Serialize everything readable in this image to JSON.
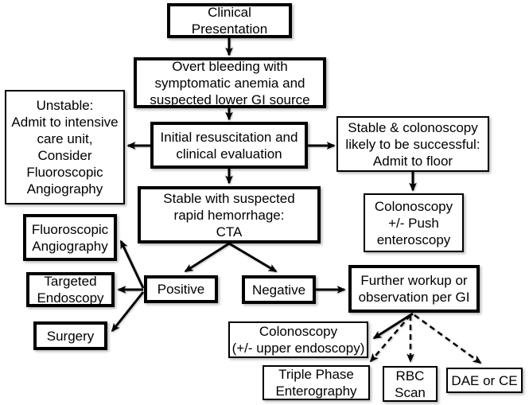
{
  "diagram": {
    "type": "flowchart",
    "background_color": "#ffffff",
    "line_color": "#000000",
    "box_fill": "#ffffff",
    "nodes": {
      "clinical_presentation": {
        "label": "Clinical\nPresentation"
      },
      "overt_bleeding": {
        "label": "Overt bleeding with\nsymptomatic anemia and\nsuspected lower GI source"
      },
      "unstable": {
        "label": "Unstable:\nAdmit to intensive\ncare unit,\nConsider\nFluoroscopic\nAngiography"
      },
      "initial_resuscitation": {
        "label": "Initial resuscitation and\nclinical evaluation"
      },
      "stable_colonoscopy": {
        "label": "Stable & colonoscopy\nlikely to be successful:\nAdmit to floor"
      },
      "cta": {
        "label": "Stable with suspected\nrapid hemorrhage:\nCTA"
      },
      "colonoscopy_push": {
        "label": "Colonoscopy\n+/- Push\nenteroscopy"
      },
      "fluoroscopic_angiography": {
        "label": "Fluoroscopic\nAngiography"
      },
      "targeted_endoscopy": {
        "label": "Targeted\nEndoscopy"
      },
      "surgery": {
        "label": "Surgery"
      },
      "positive": {
        "label": "Positive"
      },
      "negative": {
        "label": "Negative"
      },
      "further_workup": {
        "label": "Further workup or\nobservation per GI"
      },
      "colonoscopy_upper": {
        "label": "Colonoscopy\n(+/- upper endoscopy)"
      },
      "triple_phase": {
        "label": "Triple Phase\nEnterography"
      },
      "rbc_scan": {
        "label": "RBC\nScan"
      },
      "dae_ce": {
        "label": "DAE or CE"
      }
    },
    "edges": [
      {
        "from": "clinical_presentation",
        "to": "overt_bleeding",
        "style": "solid"
      },
      {
        "from": "overt_bleeding",
        "to": "initial_resuscitation",
        "style": "solid"
      },
      {
        "from": "initial_resuscitation",
        "to": "unstable",
        "style": "solid"
      },
      {
        "from": "initial_resuscitation",
        "to": "stable_colonoscopy",
        "style": "solid"
      },
      {
        "from": "initial_resuscitation",
        "to": "cta",
        "style": "solid"
      },
      {
        "from": "stable_colonoscopy",
        "to": "colonoscopy_push",
        "style": "solid"
      },
      {
        "from": "cta",
        "to": "positive",
        "style": "solid"
      },
      {
        "from": "cta",
        "to": "negative",
        "style": "solid"
      },
      {
        "from": "positive",
        "to": "fluoroscopic_angiography",
        "style": "solid"
      },
      {
        "from": "positive",
        "to": "targeted_endoscopy",
        "style": "solid"
      },
      {
        "from": "positive",
        "to": "surgery",
        "style": "solid"
      },
      {
        "from": "negative",
        "to": "further_workup",
        "style": "solid"
      },
      {
        "from": "further_workup",
        "to": "colonoscopy_upper",
        "style": "solid"
      },
      {
        "from": "further_workup",
        "to": "triple_phase",
        "style": "dashed"
      },
      {
        "from": "further_workup",
        "to": "rbc_scan",
        "style": "dashed"
      },
      {
        "from": "further_workup",
        "to": "dae_ce",
        "style": "dashed"
      }
    ]
  }
}
